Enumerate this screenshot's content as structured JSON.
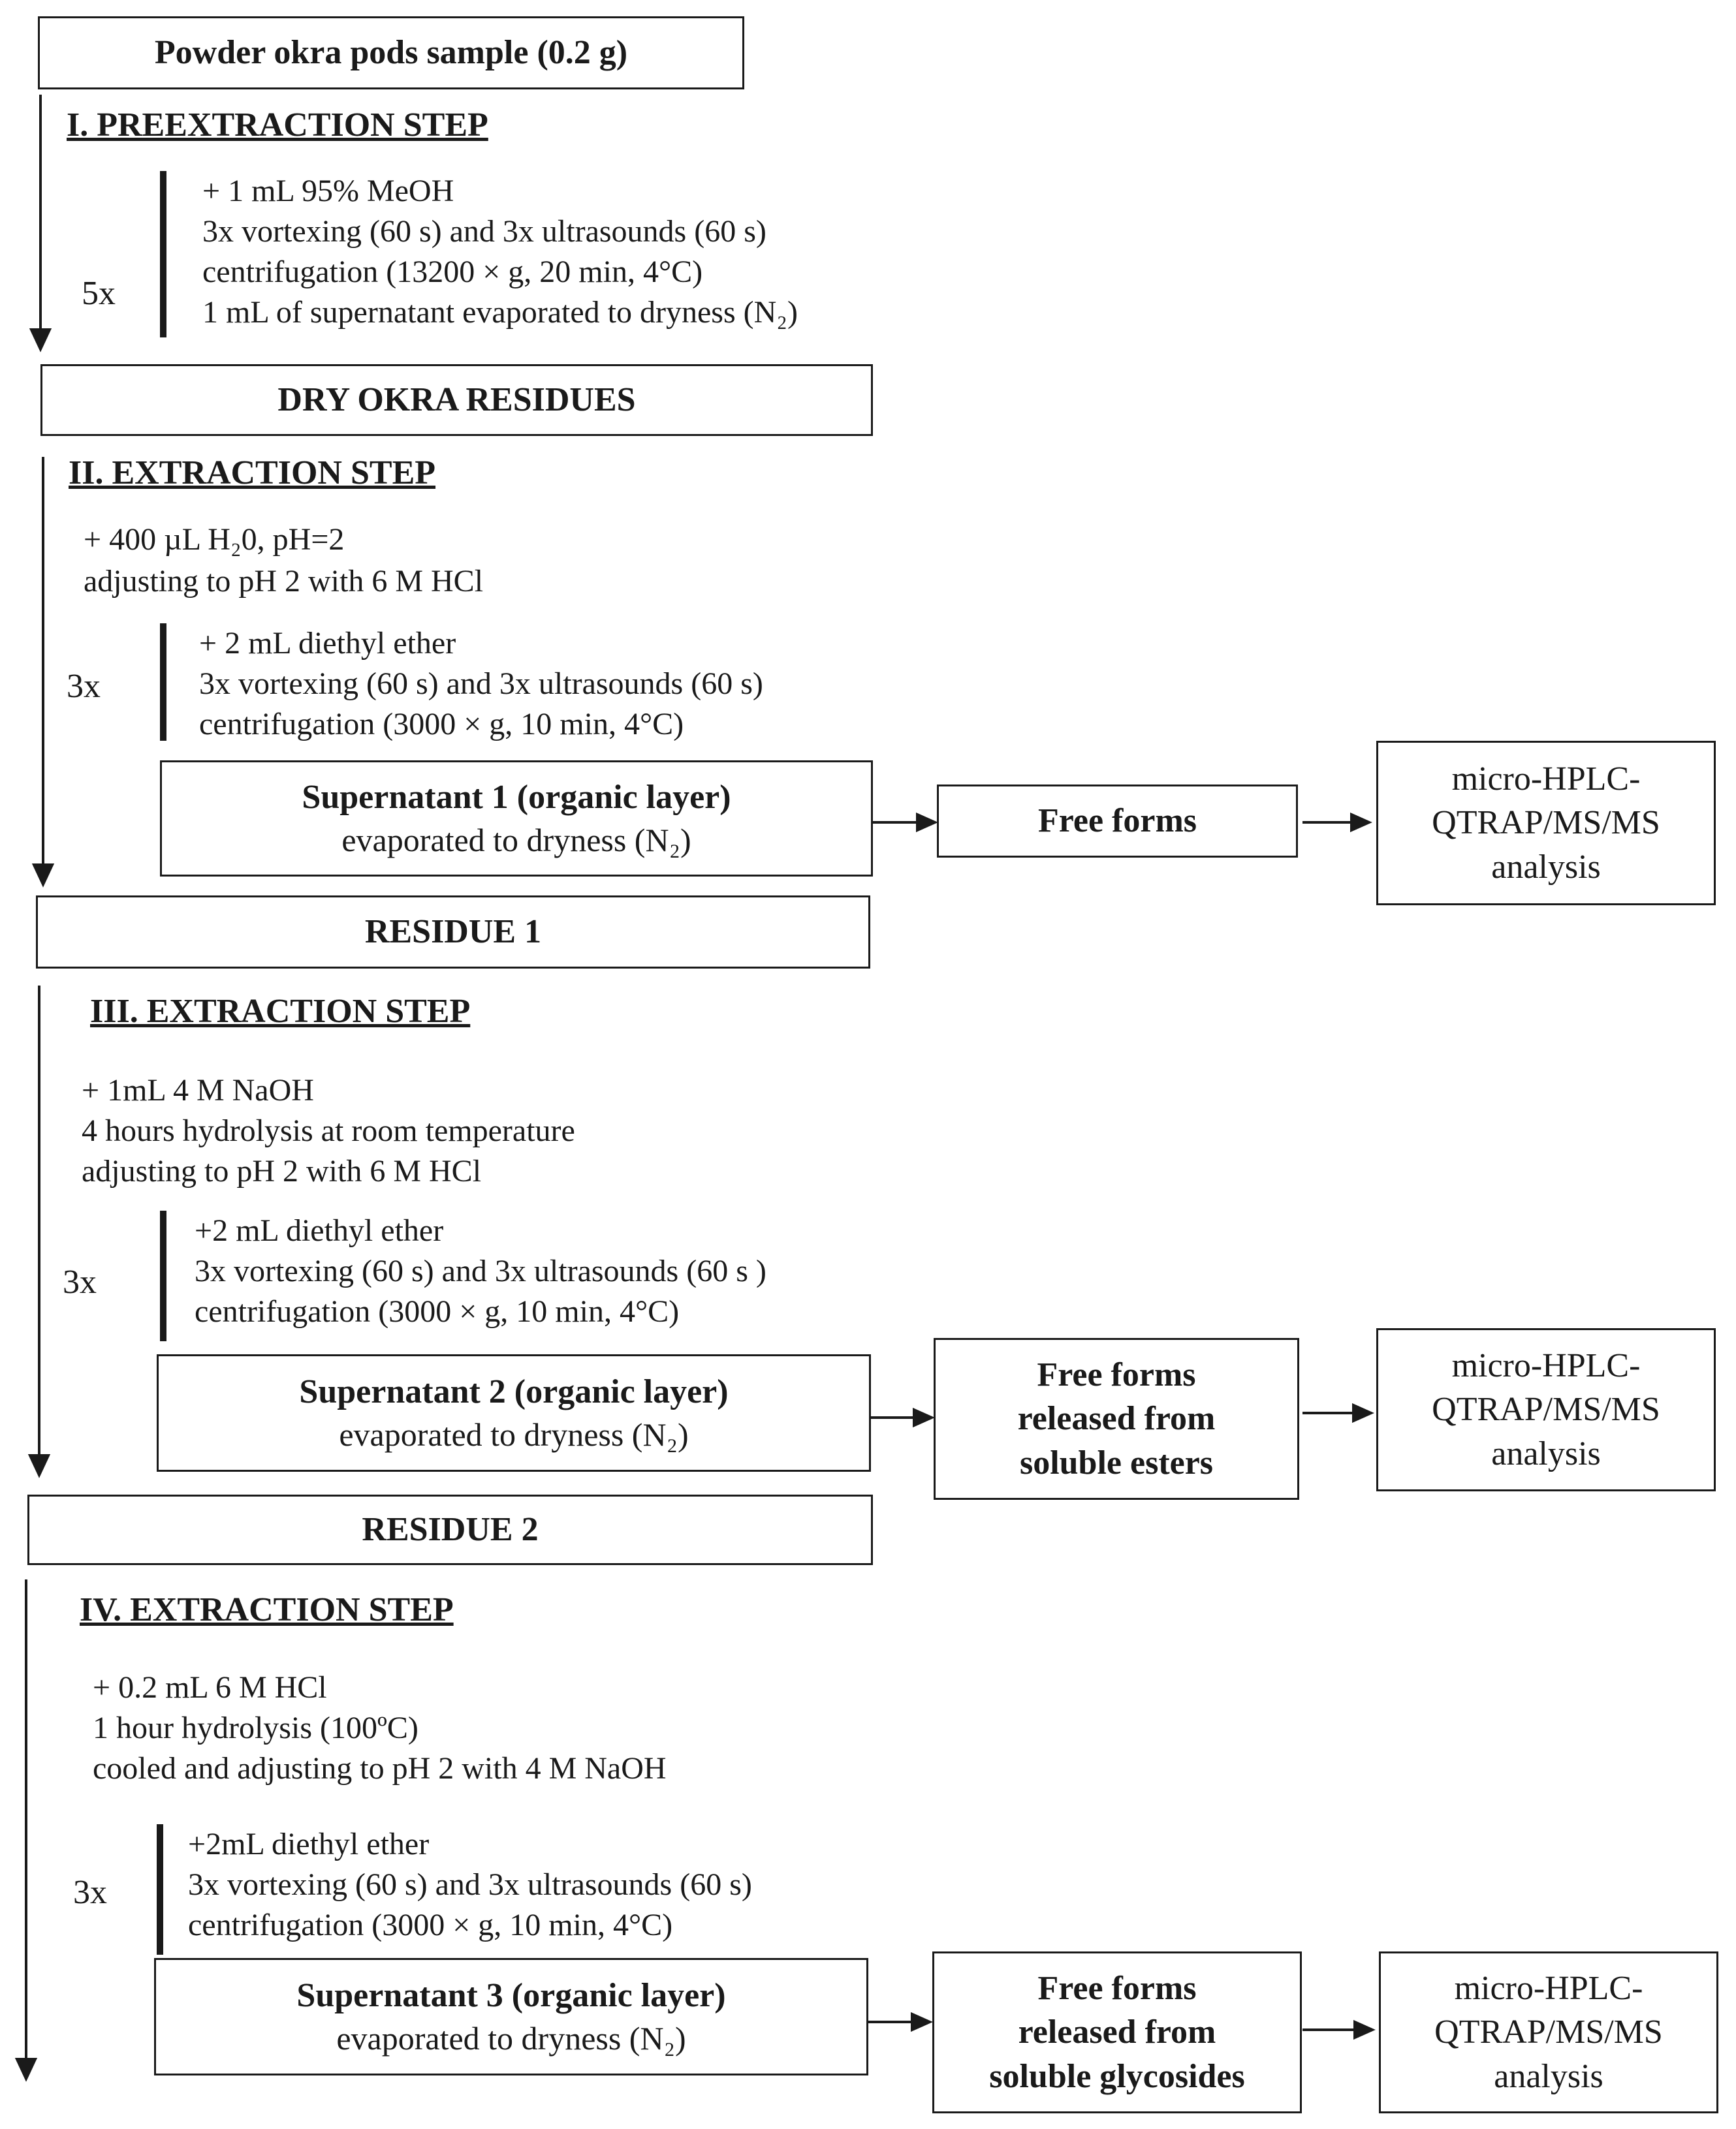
{
  "sample_box": "Powder okra pods sample (0.2 g)",
  "step1": {
    "heading": "I. PREEXTRACTION STEP",
    "repeat": "5x",
    "lines": [
      "+ 1 mL 95% MeOH",
      "3x vortexing (60 s) and 3x ultrasounds (60 s)",
      "centrifugation (13200 × g, 20 min, 4°C)",
      "1 mL of supernatant evaporated to dryness (N₂)"
    ],
    "result_box": "DRY OKRA RESIDUES"
  },
  "step2": {
    "heading": "II. EXTRACTION STEP",
    "pre_lines": [
      "+ 400 µL H₂0,  pH=2",
      "adjusting to pH 2 with 6 M HCl"
    ],
    "repeat": "3x",
    "lines": [
      "+ 2 mL diethyl ether",
      "3x vortexing (60 s) and 3x ultrasounds (60 s)",
      "centrifugation (3000 × g, 10 min, 4°C)"
    ],
    "supernatant_title": "Supernatant 1 (organic layer)",
    "supernatant_sub": "evaporated to dryness (N₂)",
    "result_lines": [
      "Free forms"
    ],
    "analysis_lines": [
      "micro-HPLC-",
      "QTRAP/MS/MS",
      "analysis"
    ],
    "residue_box": "RESIDUE 1"
  },
  "step3": {
    "heading": "III. EXTRACTION STEP",
    "pre_lines": [
      "+ 1mL 4 M NaOH",
      " 4 hours hydrolysis at room temperature",
      "adjusting to pH 2 with 6 M HCl"
    ],
    "repeat": "3x",
    "lines": [
      "+2 mL diethyl ether",
      "3x vortexing (60 s) and 3x ultrasounds (60 s )",
      "centrifugation (3000 × g, 10 min, 4°C)"
    ],
    "supernatant_title": "Supernatant 2 (organic layer)",
    "supernatant_sub": "evaporated to dryness (N₂)",
    "result_lines": [
      "Free forms",
      "released from",
      "soluble esters"
    ],
    "analysis_lines": [
      "micro-HPLC-",
      "QTRAP/MS/MS",
      "analysis"
    ],
    "residue_box": "RESIDUE 2"
  },
  "step4": {
    "heading": "IV. EXTRACTION STEP",
    "pre_lines": [
      "+ 0.2 mL 6 M HCl",
      "1 hour hydrolysis (100ºC)",
      "cooled and adjusting to pH 2 with 4 M NaOH"
    ],
    "repeat": "3x",
    "lines": [
      "+2mL diethyl ether",
      "3x vortexing (60 s) and 3x ultrasounds (60 s)",
      "centrifugation (3000 × g, 10 min, 4°C)"
    ],
    "supernatant_title": "Supernatant 3 (organic layer)",
    "supernatant_sub": "evaporated to dryness (N₂)",
    "result_lines": [
      "Free forms",
      "released from",
      "soluble glycosides"
    ],
    "analysis_lines": [
      "micro-HPLC-",
      "QTRAP/MS/MS",
      "analysis"
    ]
  }
}
